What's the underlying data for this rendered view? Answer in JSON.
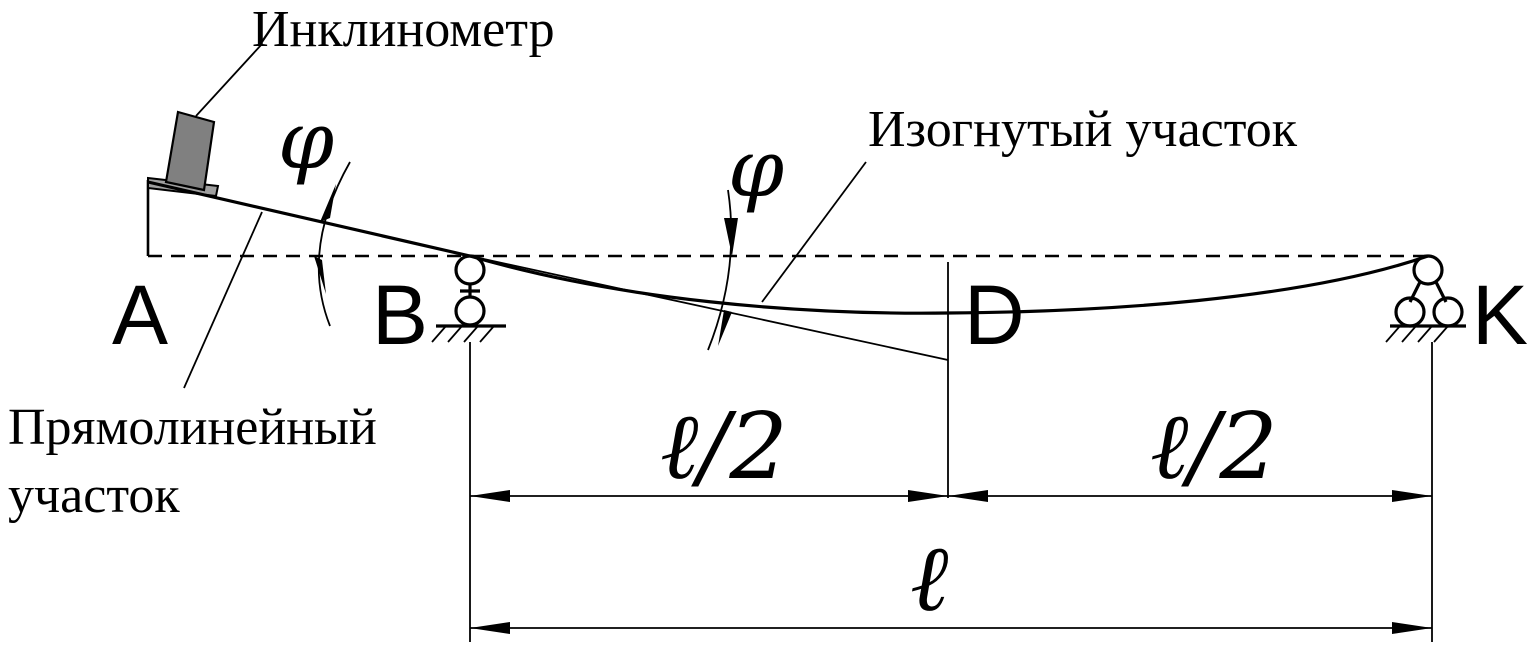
{
  "labels": {
    "inclinometer": "Инклинометр",
    "bent_section": "Изогнутый участок",
    "straight_section_line1": "Прямолинейный",
    "straight_section_line2": "участок"
  },
  "points": {
    "a": "A",
    "b": "B",
    "d": "D",
    "k": "K"
  },
  "angles": {
    "phi_left": "φ",
    "phi_mid": "φ"
  },
  "dimensions": {
    "half_left": "ℓ/2",
    "half_right": "ℓ/2",
    "full": "ℓ"
  },
  "colors": {
    "line": "#000000",
    "inclinometer_body": "#808080",
    "inclinometer_base": "#a0a0a0"
  }
}
